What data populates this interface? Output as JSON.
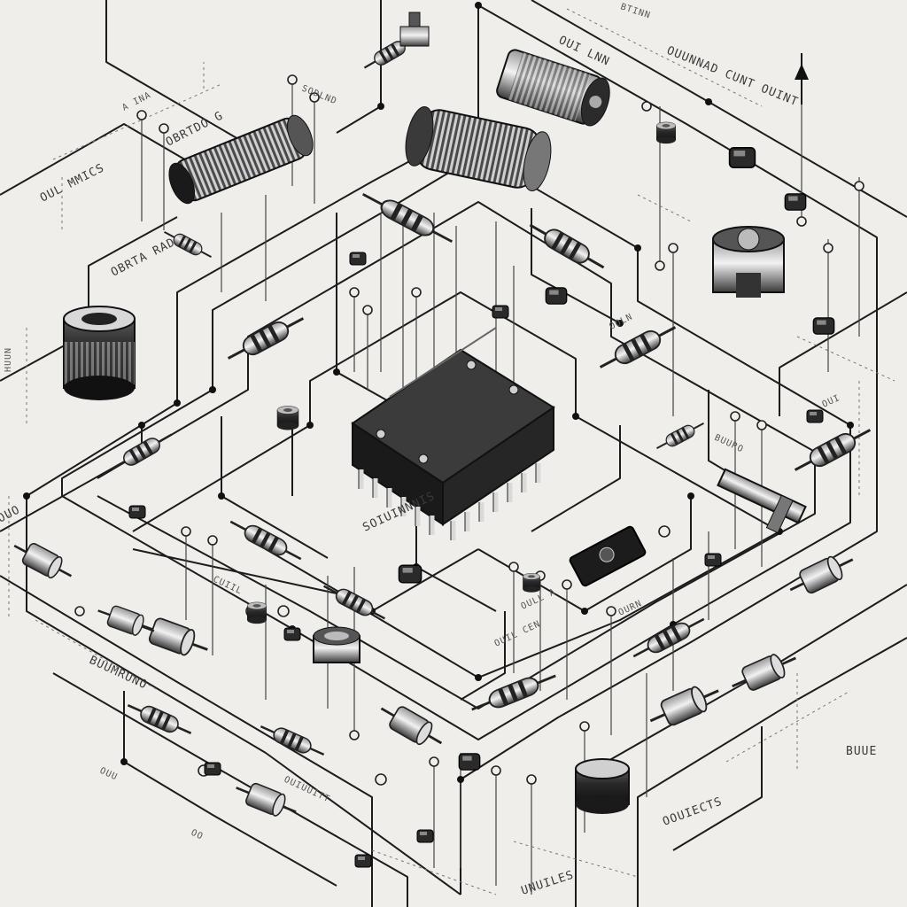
{
  "scene": {
    "background": "#efeeea",
    "ink": "#1c1c1c",
    "style": "hand-drawn pencil sketch of an electronic circuit with isometric components"
  },
  "labels": {
    "oul_mmics": "OUL MMICS",
    "obrta_rad": "OBRTA RAD",
    "obrtdo_g": "OBRTDO G",
    "oui_lnn": "OUI LNN",
    "ouunnad_cunt": "OUUNNAD CUNT OUINT",
    "btinn": "BTINN",
    "sodlnd": "SODLND",
    "a_ina": "A INA",
    "ooln": "OOLN",
    "buumruno": "BUUMRUNO",
    "oull_a": "OULL A",
    "ouil_cen": "OUIL CEN",
    "cuiil": "CUIIL",
    "soiuinnnis": "SOIUINNNIS",
    "oui_right": "OUI",
    "buue": "BUUE",
    "oouiects": "OOUIECTS",
    "unuiles": "UNUILES",
    "ouo_left": "OUO",
    "ouu_bottom": "OUU",
    "oo_bottom": "OO",
    "ouiuuitt": "OUIUUITT",
    "buuro": "BUURO",
    "ourn": "OURN",
    "huun": "HUUN"
  }
}
